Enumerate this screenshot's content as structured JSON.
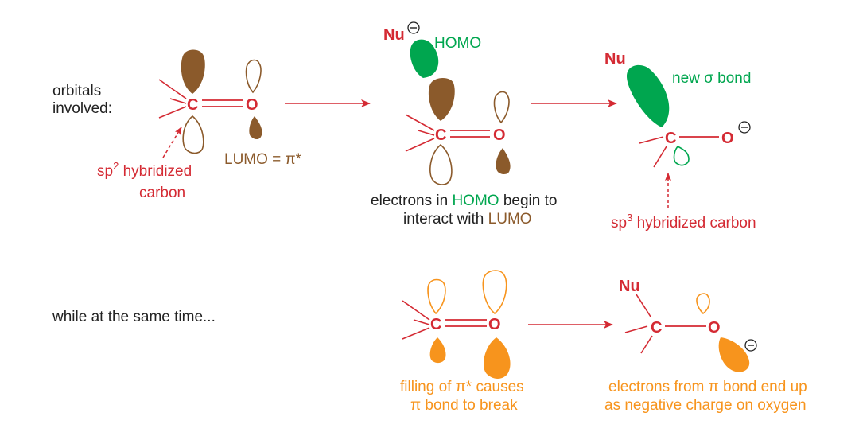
{
  "colors": {
    "bond_red": "#d42a33",
    "homo_green": "#00a64f",
    "lumo_brown": "#8b5a2b",
    "pi_orange": "#f7941d",
    "text_black": "#222222"
  },
  "atoms": {
    "carbon": "C",
    "oxygen": "O",
    "nucleophile": "Nu",
    "minus_sign": "−"
  },
  "labels": {
    "orbitals_involved_1": "orbitals",
    "orbitals_involved_2": "involved:",
    "sp2_prefix": "sp",
    "sp2_sup": "2",
    "sp2_suffix": " hybridized",
    "sp2_line2": "carbon",
    "lumo_pi": "LUMO = π*",
    "homo": "HOMO",
    "electrons_line1_a": "electrons in ",
    "electrons_line1_homo": "HOMO",
    "electrons_line1_b": " begin to",
    "electrons_line2_a": "interact with ",
    "electrons_line2_lumo": "LUMO",
    "new_sigma": "new σ bond",
    "sp3_prefix": "sp",
    "sp3_sup": "3",
    "sp3_suffix": " hybridized carbon",
    "while_same_time": "while at the same time...",
    "filling_line1": "filling of π* causes",
    "filling_line2": "π bond to break",
    "end_line1": "electrons from π bond end up",
    "end_line2": "as negative charge on oxygen"
  }
}
